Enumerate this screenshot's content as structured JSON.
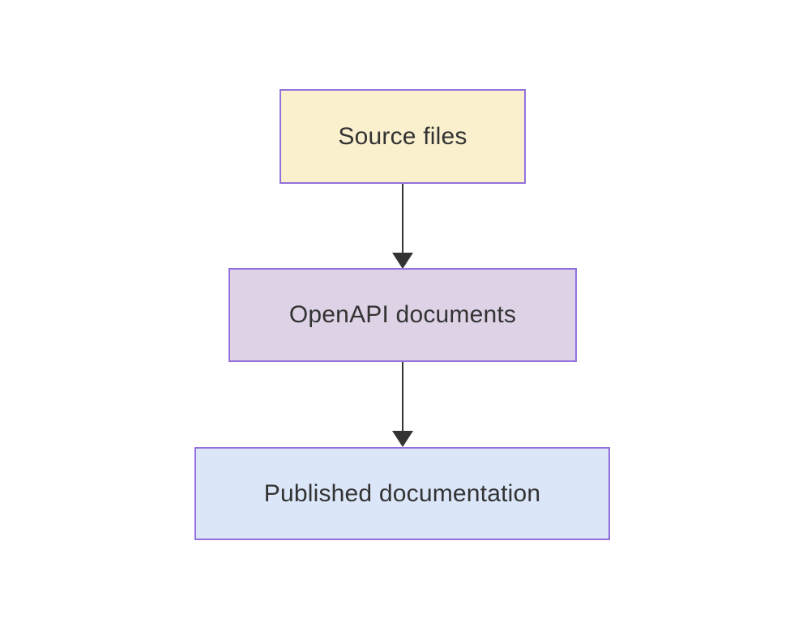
{
  "diagram": {
    "type": "flowchart",
    "direction": "top-to-bottom",
    "nodes": [
      {
        "id": "source-files",
        "label": "Source files",
        "fill": "#faf0ce"
      },
      {
        "id": "openapi-documents",
        "label": "OpenAPI documents",
        "fill": "#ded3e6"
      },
      {
        "id": "published-documentation",
        "label": "Published documentation",
        "fill": "#dbe6f8"
      }
    ],
    "edges": [
      {
        "from": "source-files",
        "to": "openapi-documents",
        "style": "solid-arrow"
      },
      {
        "from": "openapi-documents",
        "to": "published-documentation",
        "style": "solid-arrow"
      }
    ],
    "colors": {
      "border": "#9370db",
      "arrow": "#333333",
      "text": "#333333",
      "background": "#ffffff"
    }
  }
}
